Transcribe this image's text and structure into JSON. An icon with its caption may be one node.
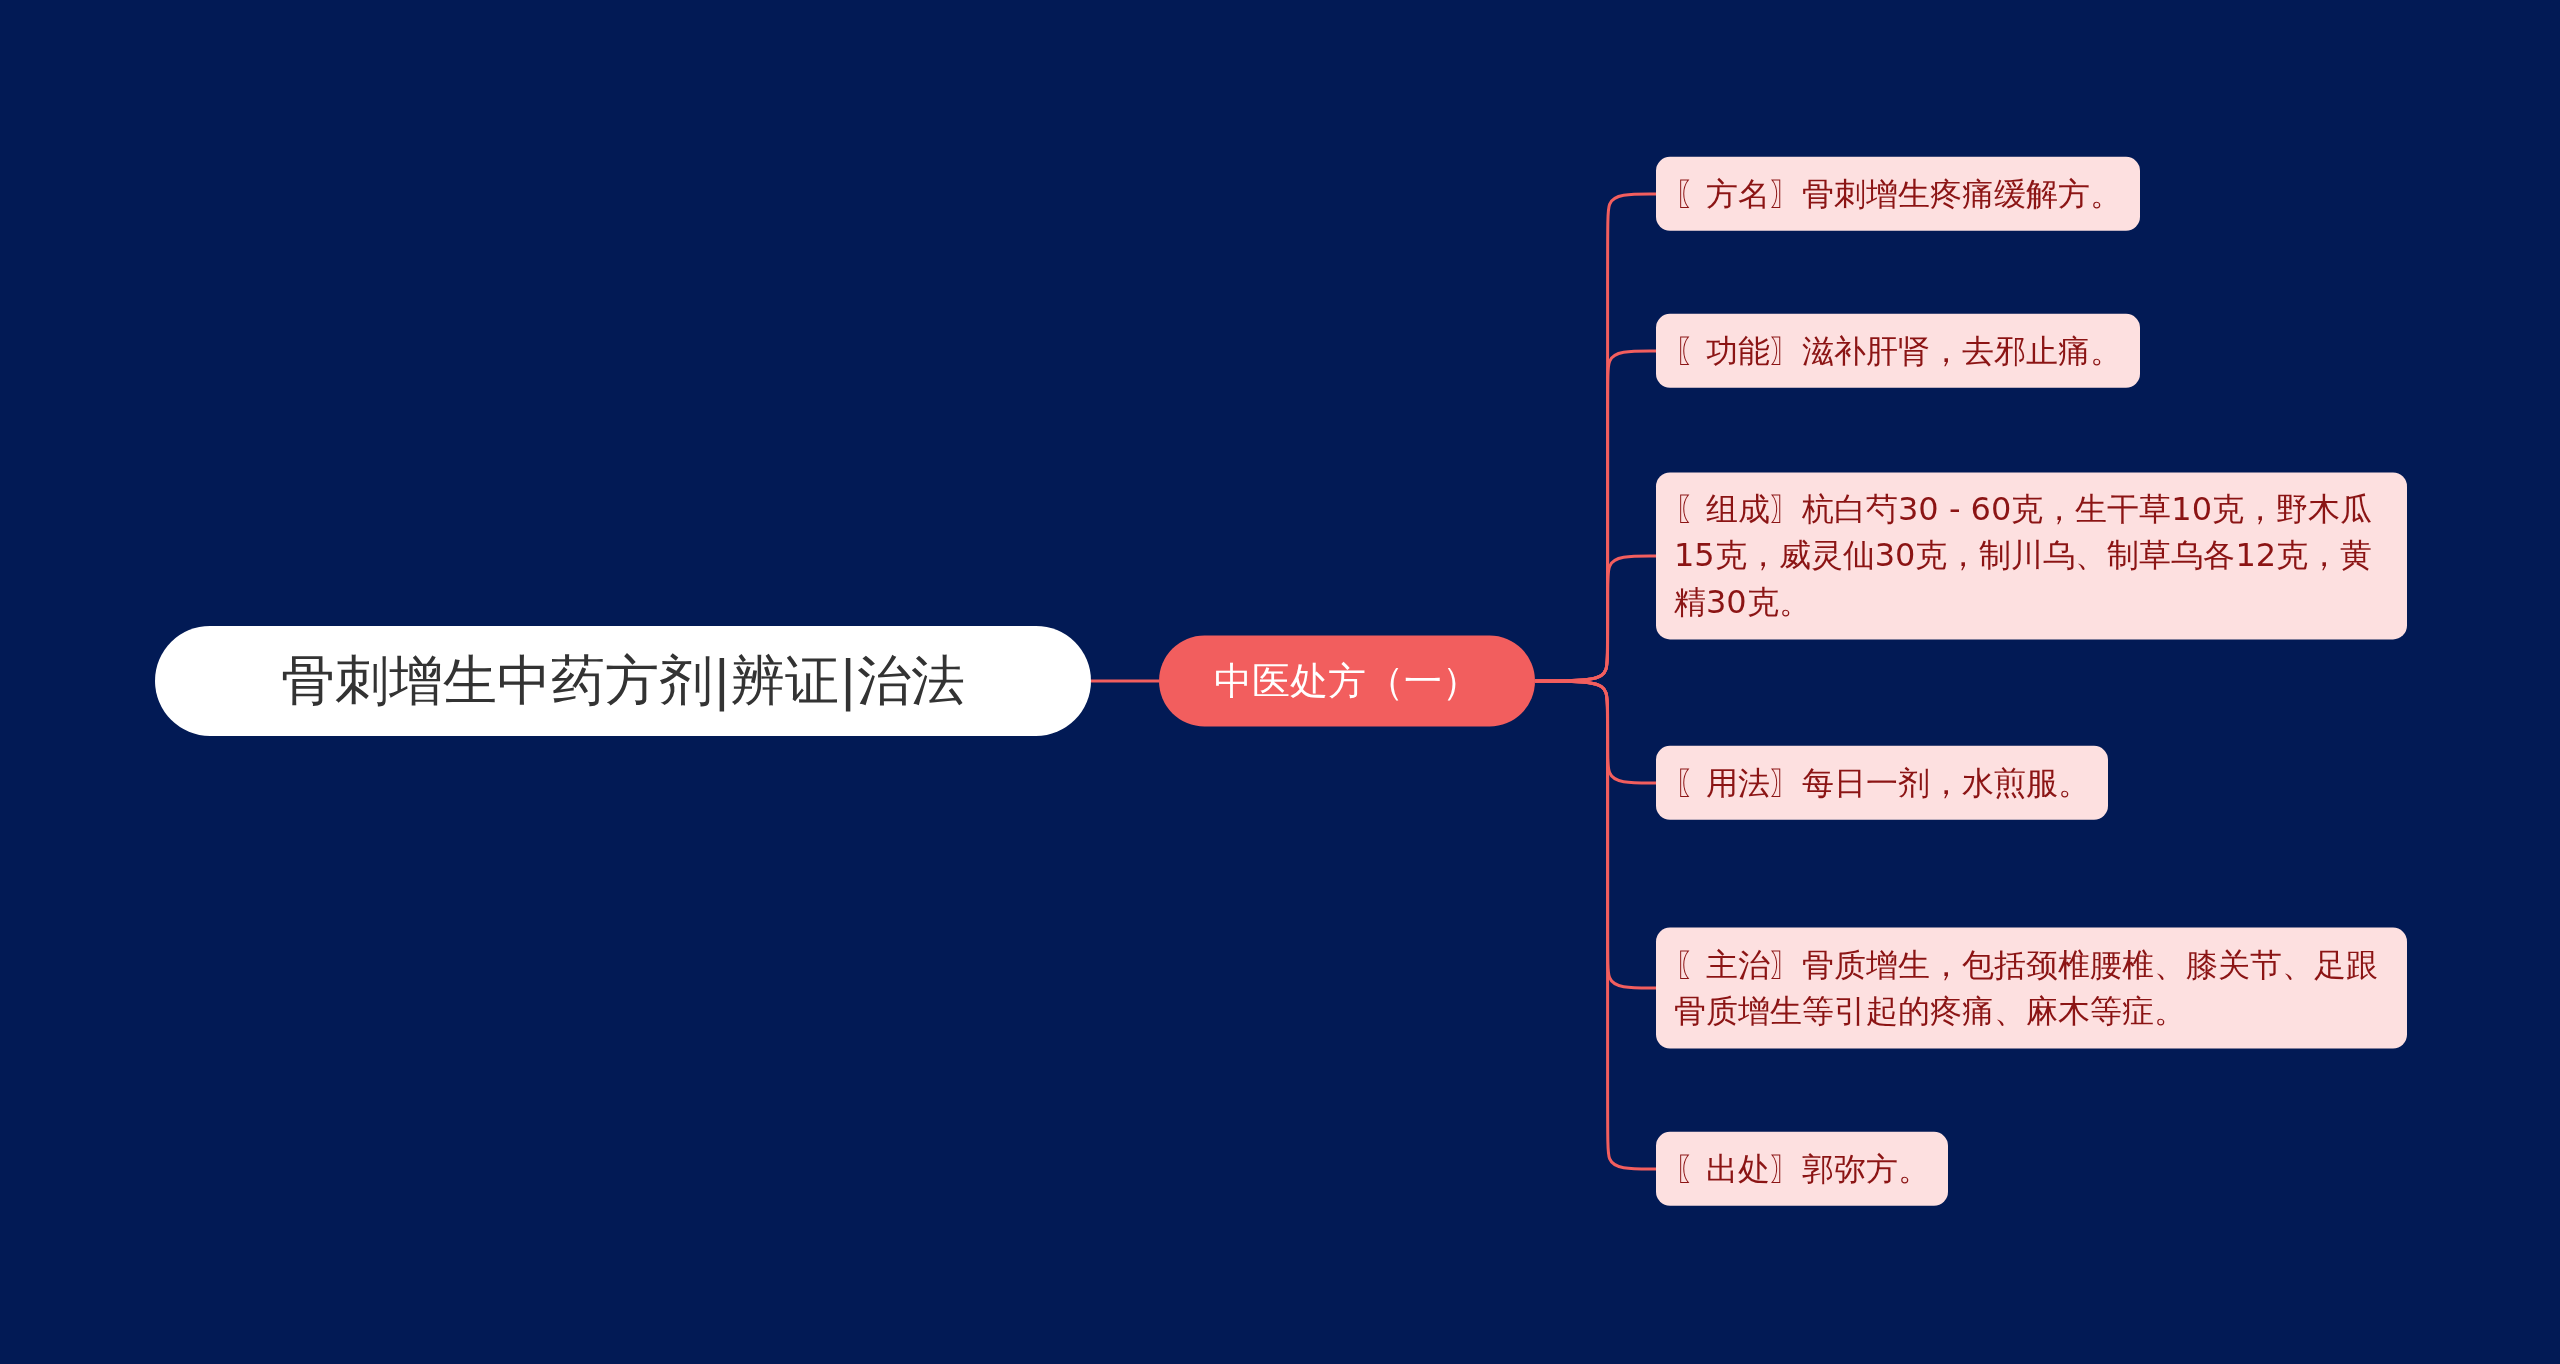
{
  "diagram": {
    "nodes": [
      {
        "text": [
          "骨刺增生中药方剂|辨证|治法"
        ]
      },
      {
        "text": [
          "中医处方（一）"
        ]
      },
      {
        "text": [
          "〖方名〗骨刺增生疼痛缓解方。"
        ]
      },
      {
        "text": [
          "〖功能〗滋补肝肾，去邪止痛。"
        ]
      },
      {
        "text": [
          "〖组成〗杭白芍30 - 60克，生干草10克，野木瓜15克，威灵仙30克，制川乌、制草乌各12克，黄精30克。"
        ]
      },
      {
        "text": [
          "〖用法〗每日一剂，水煎服。"
        ]
      },
      {
        "text": [
          "〖主治〗骨质增生，包括颈椎腰椎、膝关节、足跟骨质增生等引起的疼痛、麻木等症。"
        ]
      },
      {
        "text": [
          "〖出处〗郭弥方。"
        ]
      }
    ],
    "edges": [
      {
        "from": 0,
        "to": 1,
        "arrow": "none"
      },
      {
        "from": 1,
        "to": 2,
        "arrow": "none"
      },
      {
        "from": 1,
        "to": 3,
        "arrow": "none"
      },
      {
        "from": 1,
        "to": 4,
        "arrow": "none"
      },
      {
        "from": 1,
        "to": 5,
        "arrow": "none"
      },
      {
        "from": 1,
        "to": 6,
        "arrow": "none"
      },
      {
        "from": 1,
        "to": 7,
        "arrow": "none"
      }
    ]
  }
}
